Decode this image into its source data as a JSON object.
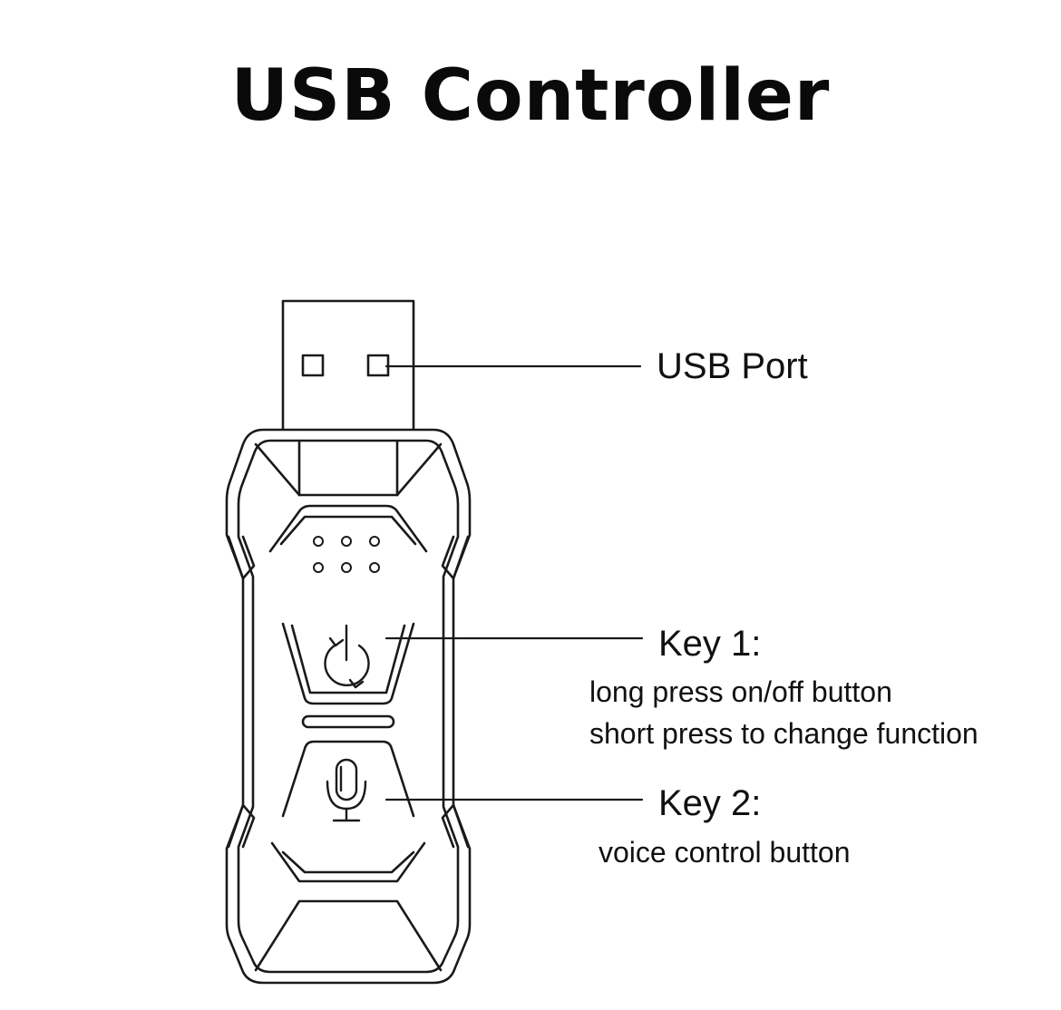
{
  "title": "USB Controller",
  "callouts": {
    "usb_port": {
      "label": "USB Port"
    },
    "key1": {
      "label": "Key 1:",
      "line1": "long press on/off button",
      "line2": "short press to change function"
    },
    "key2": {
      "label": "Key 2:",
      "line1": "voice control button"
    }
  },
  "icons": {
    "power": "power-cycle-icon",
    "microphone": "microphone-icon",
    "indicator": "led-dots"
  },
  "colors": {
    "stroke": "#1a1a1a",
    "background": "#ffffff",
    "text": "#111111"
  }
}
